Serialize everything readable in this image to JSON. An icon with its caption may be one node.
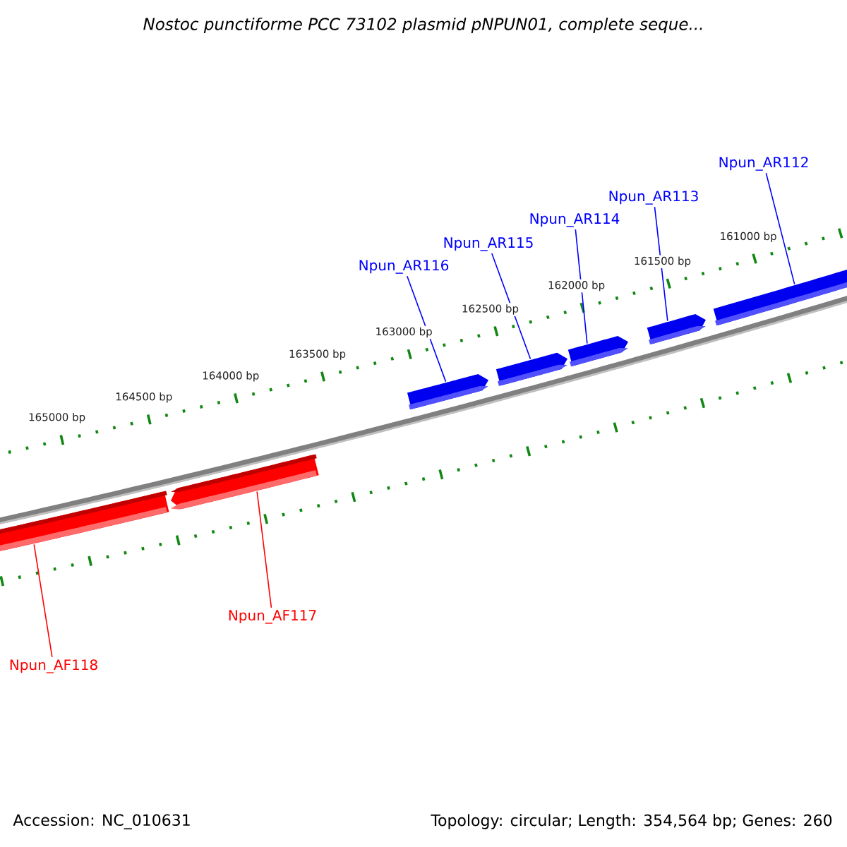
{
  "diagram": {
    "title": "Nostoc punctiforme PCC 73102 plasmid pNPUN01, complete seque...",
    "nodes": [
      {
        "text": [
          "Npun_AR112"
        ]
      },
      {
        "text": [
          "Npun_AR113"
        ]
      },
      {
        "text": [
          "Npun_AR114"
        ]
      },
      {
        "text": [
          "Npun_AR115"
        ]
      },
      {
        "text": [
          "Npun_AR116"
        ]
      },
      {
        "text": [
          "Npun_AF117"
        ]
      },
      {
        "text": [
          "Npun_AF118"
        ]
      },
      {
        "text": [],
        "shape": "bar"
      },
      {
        "text": [],
        "shape": "bar"
      },
      {
        "text": [],
        "shape": "bar"
      },
      {
        "text": [],
        "shape": "bar"
      },
      {
        "text": [],
        "shape": "bar"
      },
      {
        "text": [],
        "shape": "bar"
      },
      {
        "text": [],
        "shape": "bar"
      }
    ],
    "edges": [
      {
        "from": 0,
        "to": 13,
        "arrow": "none",
        "color": "#0000ff"
      },
      {
        "from": 1,
        "to": 12,
        "arrow": "none",
        "color": "#0000ff"
      },
      {
        "from": 2,
        "to": 11,
        "arrow": "none",
        "color": "#0000ff"
      },
      {
        "from": 3,
        "to": 10,
        "arrow": "none",
        "color": "#0000ff"
      },
      {
        "from": 4,
        "to": 9,
        "arrow": "none",
        "color": "#0000ff"
      },
      {
        "from": 5,
        "to": 8,
        "arrow": "none",
        "color": "#ff0000"
      },
      {
        "from": 6,
        "to": 7,
        "arrow": "none",
        "color": "#ff0000"
      }
    ],
    "labels": [
      "165000 bp",
      "164500 bp",
      "164000 bp",
      "163500 bp",
      "163000 bp",
      "162500 bp",
      "162000 bp",
      "161500 bp",
      "161000 bp",
      "Accession: NC_010631",
      "Topology: circular; Length: 354,564 bp; Genes: 260"
    ]
  }
}
